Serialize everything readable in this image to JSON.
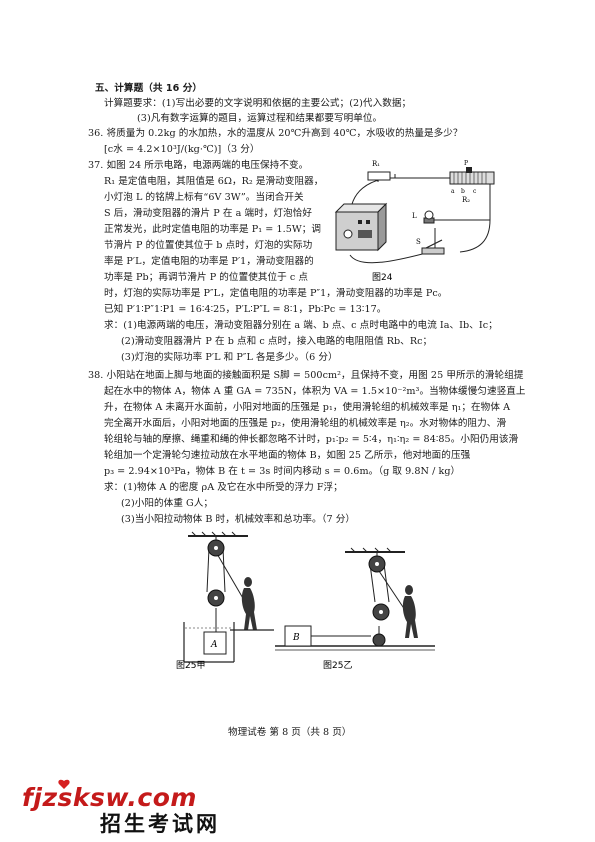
{
  "section": {
    "heading": "五、计算题（共 16 分）",
    "req1": "计算题要求：(1)写出必要的文字说明和依据的主要公式；(2)代入数据；",
    "req2": "(3)凡有数字运算的题目，运算过程和结果都要写明单位。"
  },
  "q36": {
    "line1": "36.  将质量为 0.2kg 的水加热，水的温度从 20℃升高到 40℃，水吸收的热量是多少？",
    "line2": "[c水 = 4.2×10³J/(kg·℃)]（3 分）"
  },
  "q37": {
    "lines": [
      "37.  如图 24 所示电路，电源两端的电压保持不变。",
      "R₁ 是定值电阻，其阻值是 6Ω，R₂ 是滑动变阻器，",
      "小灯泡 L 的铭牌上标有“6V 3W”。当闭合开关",
      "S 后，滑动变阻器的滑片 P 在 a 端时，灯泡恰好",
      "正常发光，此时定值电阻的功率是 P₁ = 1.5W；调",
      "节滑片 P 的位置使其位于 b 点时，灯泡的实际功",
      "率是 P′L，定值电阻的功率是 P′1，滑动变阻器的",
      "功率是 Pb；再调节滑片 P 的位置使其位于 c 点",
      "时，灯泡的实际功率是 P″L，定值电阻的功率是 P″1，滑动变阻器的功率是 Pc。",
      "已知 P′1∶P″1∶P1 = 16∶4∶25，P′L∶P″L = 8∶1，Pb∶Pc = 13∶17。",
      "求：(1)电源两端的电压，滑动变阻器分别在 a 端、b 点、c 点时电路中的电流 Ia、Ib、Ic；",
      "(2)滑动变阻器滑片 P 在 b 点和 c 点时，接入电路的电阻阻值 Rb、Rc；",
      "(3)灯泡的实际功率 P′L 和 P″L 各是多少。（6 分）"
    ],
    "figure_caption": "图24",
    "labels": {
      "r1": "R₁",
      "r2": "R₂",
      "lamp": "L",
      "switch": "S",
      "a": "a",
      "b": "b",
      "c": "c",
      "p": "P"
    }
  },
  "q38": {
    "lines": [
      "38.  小阳站在地面上脚与地面的接触面积是 S脚 = 500cm²，且保持不变，用图 25 甲所示的滑轮组提",
      "起在水中的物体 A，物体 A 重 GA = 735N，体积为 VA = 1.5×10⁻²m³。当物体缓慢匀速竖直上",
      "升，在物体 A 未离开水面前，小阳对地面的压强是 p₁，使用滑轮组的机械效率是 η₁；在物体 A",
      "完全离开水面后，小阳对地面的压强是 p₂，使用滑轮组的机械效率是 η₂。水对物体的阻力、滑",
      "轮组轮与轴的摩擦、绳重和绳的伸长都忽略不计时，p₁∶p₂ = 5∶4，η₁∶η₂ = 84∶85。小阳仍用该滑",
      "轮组加一个定滑轮匀速拉动放在水平地面的物体 B，如图 25 乙所示，他对地面的压强",
      "p₃ = 2.94×10³Pa，物体 B 在 t = 3s 时间内移动 s = 0.6m。（g 取 9.8N / kg）",
      "求：(1)物体 A 的密度 ρA 及它在水中所受的浮力 F浮；",
      "(2)小阳的体重 G人；",
      "(3)当小阳拉动物体 B 时，机械效率和总功率。（7 分）"
    ],
    "fig_a_caption": "图25甲",
    "fig_b_caption": "图25乙",
    "block_a": "A",
    "block_b": "B"
  },
  "footer": "物理试卷    第 8 页（共 8 页）",
  "watermark": {
    "site": "fjzsksw.com",
    "slogan": "招生考试网"
  }
}
